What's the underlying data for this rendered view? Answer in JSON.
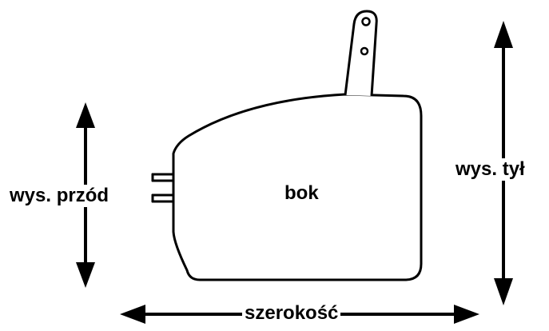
{
  "labels": {
    "front_height": "wys. przód",
    "side": "bok",
    "back_height": "wys. tył",
    "width": "szerokość"
  },
  "colors": {
    "line": "#000000",
    "background": "#ffffff"
  }
}
